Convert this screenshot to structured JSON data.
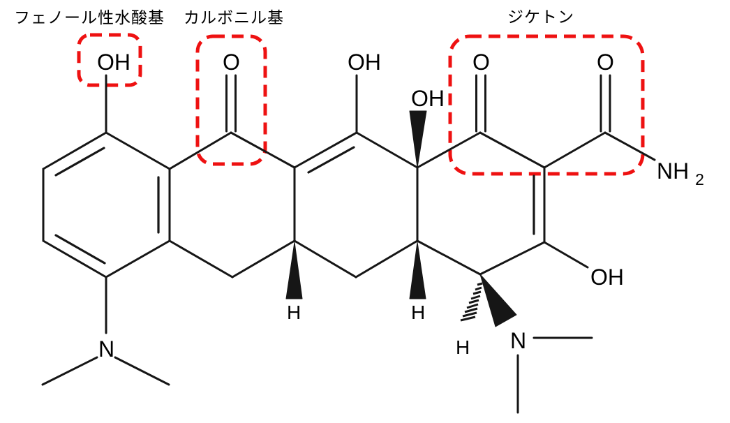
{
  "annotations": {
    "phenol_label": "フェノール性水酸基",
    "carbonyl_label": "カルボニル基",
    "diketone_label": "ジケトン"
  },
  "atoms": {
    "phenol_oh": "OH",
    "ring_c_carbonyl_o": "O",
    "ring_b_enol_oh": "OH",
    "c12a_oh": "OH",
    "ring_a_carbonyl_o": "O",
    "amide_o": "O",
    "amide_nh": "NH",
    "amide_n_subscript": "2",
    "c3_enol_oh": "OH",
    "c5a_h": "H",
    "c4a_h": "H",
    "c4_h": "H",
    "left_dimethylamino_n": "N",
    "right_dimethylamino_n": "N"
  },
  "colors": {
    "highlight_red": "#ee1111",
    "bond_black": "#161616",
    "text_black": "#000000",
    "background": "#ffffff"
  }
}
